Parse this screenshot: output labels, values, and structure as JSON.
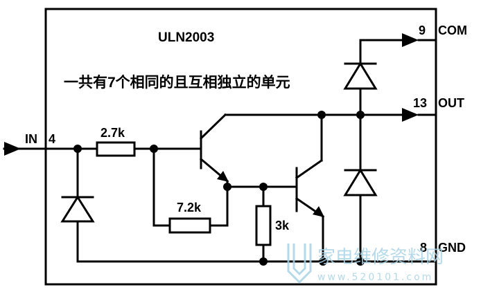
{
  "chip": {
    "name": "ULN2003"
  },
  "caption": "一共有7个相同的且互相独立的单元",
  "pins": {
    "input": {
      "name": "IN",
      "number": "4"
    },
    "com": {
      "number": "9",
      "name": "COM"
    },
    "out": {
      "number": "13",
      "name": "OUT"
    },
    "gnd": {
      "number": "8",
      "name": "GND"
    }
  },
  "resistors": {
    "r_in": "2.7k",
    "r_feedback": "7.2k",
    "r_base": "3k"
  },
  "watermark": {
    "text": "家电维修资料网",
    "url": "www.520101.com"
  },
  "colors": {
    "ink": "#000000",
    "watermark": "#a9d3e6"
  }
}
